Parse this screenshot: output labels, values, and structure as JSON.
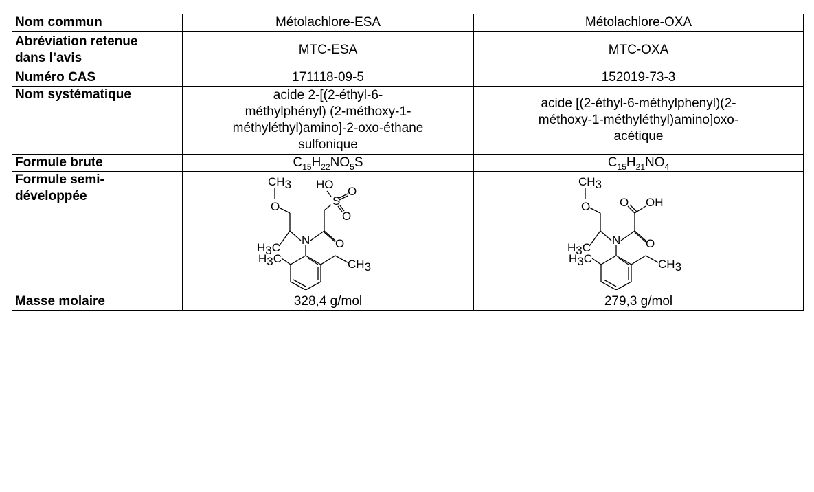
{
  "rows": {
    "header": {
      "label": "Nom commun",
      "esa": "Métolachlore-ESA",
      "oxa": "Métolachlore-OXA"
    },
    "abbreviation": {
      "label_line1": "Abréviation retenue",
      "label_line2": "dans l’avis",
      "esa": "MTC-ESA",
      "oxa": "MTC-OXA"
    },
    "cas": {
      "label": "Numéro CAS",
      "esa": "171118-09-5",
      "oxa": "152019-73-3"
    },
    "systematic": {
      "label": "Nom systématique",
      "esa_lines": [
        "acide 2-[(2-éthyl-6-",
        "méthylphényl) (2-méthoxy-1-",
        "méthyléthyl)amino]-2-oxo-éthane",
        "sulfonique"
      ],
      "oxa_lines": [
        "acide [(2-éthyl-6-méthylphenyl)(2-",
        "méthoxy-1-méthyléthyl)amino]oxo-",
        "acétique"
      ]
    },
    "formula": {
      "label": "Formule brute",
      "esa": {
        "c": "C",
        "c_n": "15",
        "h": "H",
        "h_n": "22",
        "n": "NO",
        "o_n": "5",
        "tail": "S"
      },
      "oxa": {
        "c": "C",
        "c_n": "15",
        "h": "H",
        "h_n": "21",
        "n": "NO",
        "o_n": "4",
        "tail": ""
      }
    },
    "structure": {
      "label_line1": "Formule semi-",
      "label_line2": "développée",
      "esa_atoms": {
        "ch3_top": "CH",
        "ch3_sub": "3",
        "o_ether": "O",
        "ho": "HO",
        "s": "S",
        "o_s1": "O",
        "o_s2": "O",
        "n": "N",
        "o_amide": "O",
        "h3c_1": "H",
        "h3c_1_sub": "3",
        "h3c_1_c": "C",
        "h3c_2": "H",
        "h3c_2_sub": "3",
        "h3c_2_c": "C",
        "ch3_ethyl": "CH",
        "ch3_ethyl_sub": "3"
      },
      "oxa_atoms": {
        "ch3_top": "CH",
        "ch3_sub": "3",
        "o_ether": "O",
        "o_acid": "O",
        "oh": "OH",
        "n": "N",
        "o_amide": "O",
        "h3c_1": "H",
        "h3c_1_sub": "3",
        "h3c_1_c": "C",
        "h3c_2": "H",
        "h3c_2_sub": "3",
        "h3c_2_c": "C",
        "ch3_ethyl": "CH",
        "ch3_ethyl_sub": "3"
      }
    },
    "mass": {
      "label": "Masse molaire",
      "esa": "328,4 g/mol",
      "oxa": "279,3 g/mol"
    }
  }
}
